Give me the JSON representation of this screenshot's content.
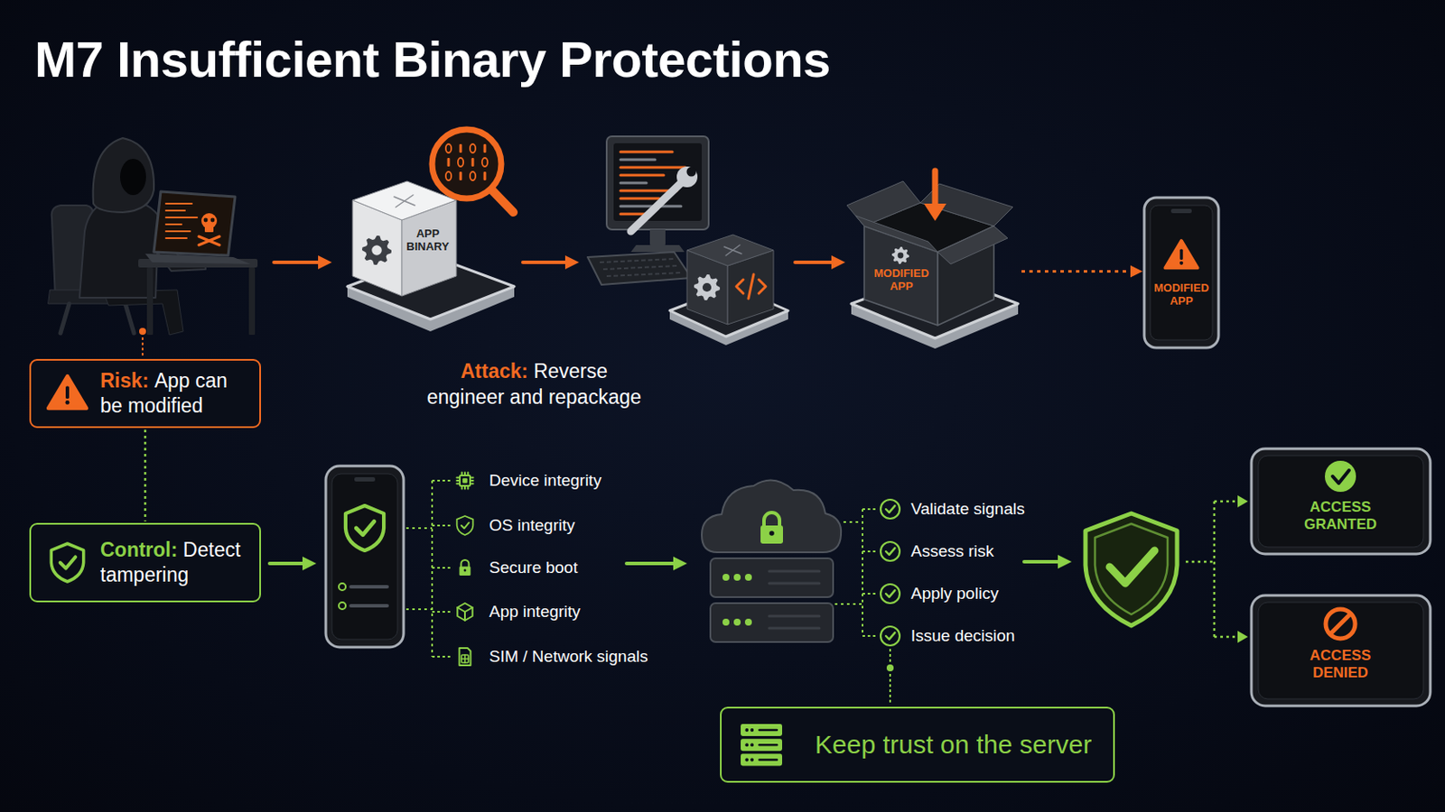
{
  "diagram": {
    "title": "M7 Insufficient Binary Protections",
    "nodes": [
      {
        "text": [
          "APP BINARY"
        ]
      },
      {
        "text": [
          "MODIFIED APP"
        ]
      },
      {
        "text": [
          "MODIFIED APP"
        ]
      },
      {
        "text": [
          "Risk:",
          "App can be modified"
        ]
      },
      {
        "text": [
          "Control:",
          "Detect tampering"
        ]
      },
      {
        "text": [
          "Keep trust on the server"
        ]
      },
      {
        "text": [
          "ACCESS GRANTED"
        ]
      },
      {
        "text": [
          "ACCESS DENIED"
        ]
      }
    ],
    "edges": [
      {
        "from": 1,
        "to": 2,
        "arrow": "to"
      },
      {
        "from": 3,
        "to": 4,
        "arrow": "none"
      }
    ],
    "labels": [
      "Attack:",
      "Reverse engineer and repackage",
      "Device integrity",
      "OS integrity",
      "Secure boot",
      "App integrity",
      "SIM / Network signals",
      "Validate signals",
      "Assess risk",
      "Apply policy",
      "Issue decision"
    ]
  }
}
